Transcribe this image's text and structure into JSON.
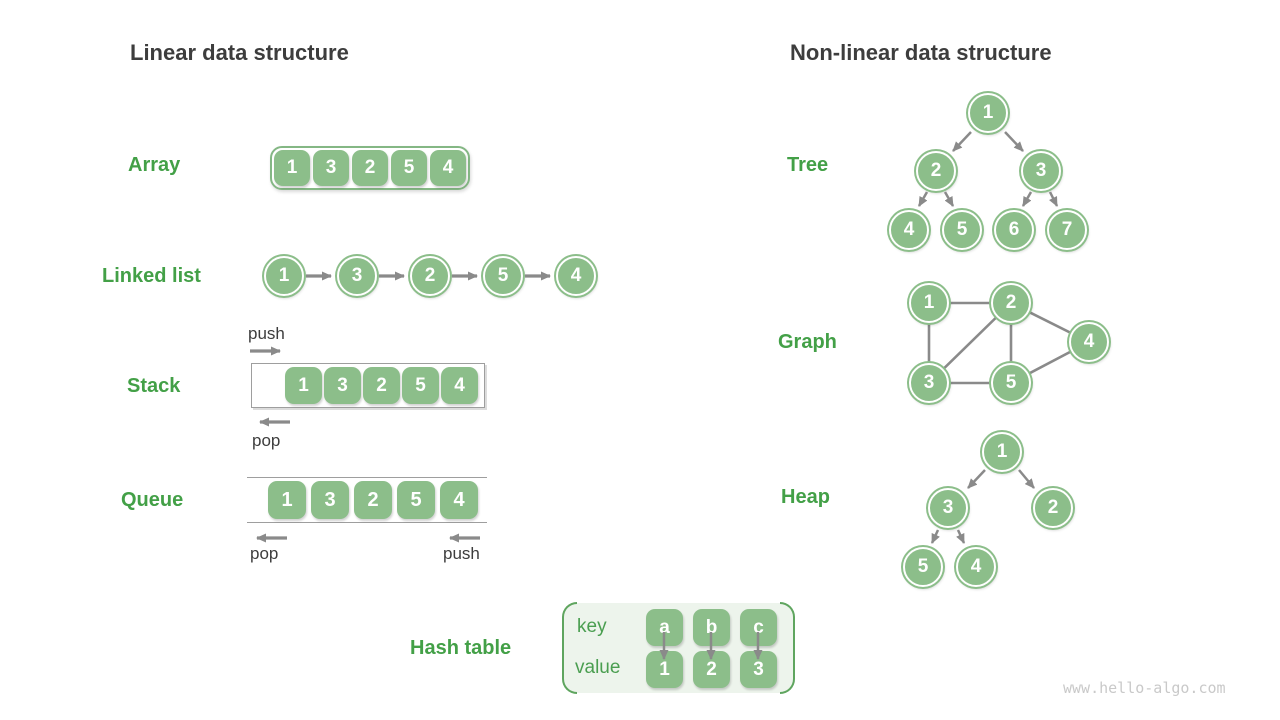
{
  "colors": {
    "node_green": "#8cbe8a",
    "label_green": "#43a047",
    "heading_ink": "#3d3d3d",
    "arrow_gray": "#8a8a8a",
    "hash_background": "#edf4ec",
    "hash_bracket_green": "#5fa55f",
    "watermark_gray": "#c9c9c9"
  },
  "left": {
    "heading": "Linear data structure",
    "array": {
      "label": "Array",
      "values": [
        "1",
        "3",
        "2",
        "5",
        "4"
      ]
    },
    "linked_list": {
      "label": "Linked list",
      "values": [
        "1",
        "3",
        "2",
        "5",
        "4"
      ]
    },
    "stack": {
      "label": "Stack",
      "values": [
        "1",
        "3",
        "2",
        "5",
        "4"
      ],
      "push_label": "push",
      "pop_label": "pop"
    },
    "queue": {
      "label": "Queue",
      "values": [
        "1",
        "3",
        "2",
        "5",
        "4"
      ],
      "pop_label": "pop",
      "push_label": "push"
    },
    "hash_table": {
      "label": "Hash table",
      "key_label": "key",
      "value_label": "value",
      "keys": [
        "a",
        "b",
        "c"
      ],
      "values": [
        "1",
        "2",
        "3"
      ]
    }
  },
  "right": {
    "heading": "Non-linear data structure",
    "tree": {
      "label": "Tree",
      "nodes": [
        "1",
        "2",
        "3",
        "4",
        "5",
        "6",
        "7"
      ]
    },
    "graph": {
      "label": "Graph",
      "nodes": [
        "1",
        "2",
        "4",
        "3",
        "5"
      ]
    },
    "heap": {
      "label": "Heap",
      "nodes": [
        "1",
        "3",
        "2",
        "5",
        "4"
      ]
    }
  },
  "watermark": "www.hello-algo.com"
}
